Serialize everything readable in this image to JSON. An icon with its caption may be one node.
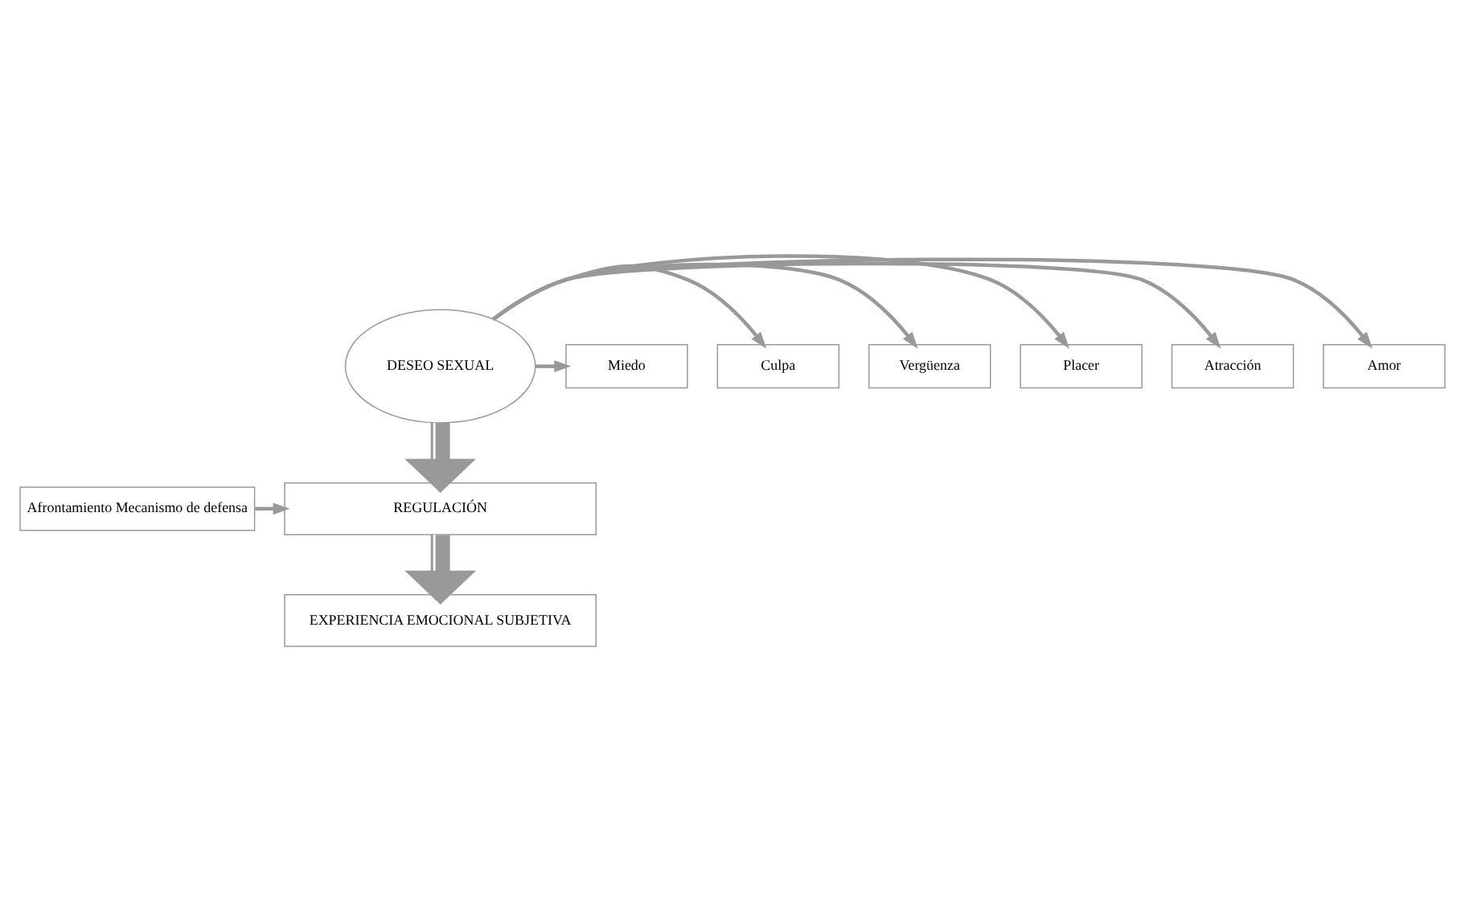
{
  "diagram": {
    "nodes": [
      {
        "text": [
          "DESEO SEXUAL"
        ]
      },
      {
        "text": [
          "Placer"
        ]
      },
      {
        "text": [
          "Atracción"
        ]
      },
      {
        "text": [
          "Amor"
        ]
      },
      {
        "text": [
          "Miedo"
        ]
      },
      {
        "text": [
          "Culpa"
        ]
      },
      {
        "text": [
          "Vergüenza"
        ]
      },
      {
        "text": [
          "Afrontamiento Mecanismo de defensa"
        ]
      },
      {
        "text": [
          "REGULACIÓN"
        ]
      },
      {
        "text": [
          "EXPERIENCIA EMOCIONAL SUBJETIVA"
        ]
      }
    ],
    "edges": [
      {
        "from": 0,
        "to": 1,
        "arrow": "to"
      },
      {
        "from": 0,
        "to": 2,
        "arrow": "to"
      },
      {
        "from": 0,
        "to": 3,
        "arrow": "to"
      },
      {
        "from": 0,
        "to": 4,
        "arrow": "to"
      },
      {
        "from": 0,
        "to": 5,
        "arrow": "to"
      },
      {
        "from": 0,
        "to": 6,
        "arrow": "to"
      },
      {
        "from": 0,
        "to": 8,
        "arrow": "to",
        "style": "thick"
      },
      {
        "from": 7,
        "to": 8,
        "arrow": "to"
      },
      {
        "from": 8,
        "to": 9,
        "arrow": "to",
        "style": "thick"
      }
    ]
  }
}
